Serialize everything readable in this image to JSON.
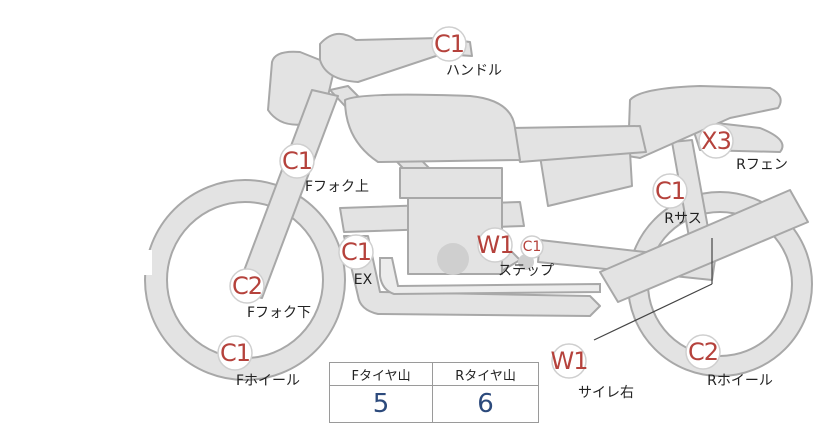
{
  "inspection_points": [
    {
      "id": "handle",
      "code": "C1",
      "label": "ハンドル"
    },
    {
      "id": "f-fork-upper",
      "code": "C1",
      "label": "Fフォク上"
    },
    {
      "id": "f-fork-lower",
      "code": "C2",
      "label": "Fフォク下"
    },
    {
      "id": "f-wheel",
      "code": "C1",
      "label": "Fホイール"
    },
    {
      "id": "exhaust",
      "code": "C1",
      "label": "EX"
    },
    {
      "id": "step",
      "code": "W1",
      "code_small": "C1",
      "label": "ステップ"
    },
    {
      "id": "r-fender",
      "code": "X3",
      "label": "Rフェン"
    },
    {
      "id": "r-suspension",
      "code": "C1",
      "label": "Rサス"
    },
    {
      "id": "r-wheel",
      "code": "C2",
      "label": "Rホイール"
    },
    {
      "id": "silencer-right",
      "code": "W1",
      "label": "サイレ右"
    }
  ],
  "tread_table": {
    "headers": [
      "Fタイヤ山",
      "Rタイヤ山"
    ],
    "values": [
      "5",
      "6"
    ]
  },
  "colors": {
    "code_text": "#b5423c",
    "value_text": "#2c4a7c",
    "bike_fill": "#e3e3e3",
    "bike_outline": "#a8a8a8"
  }
}
